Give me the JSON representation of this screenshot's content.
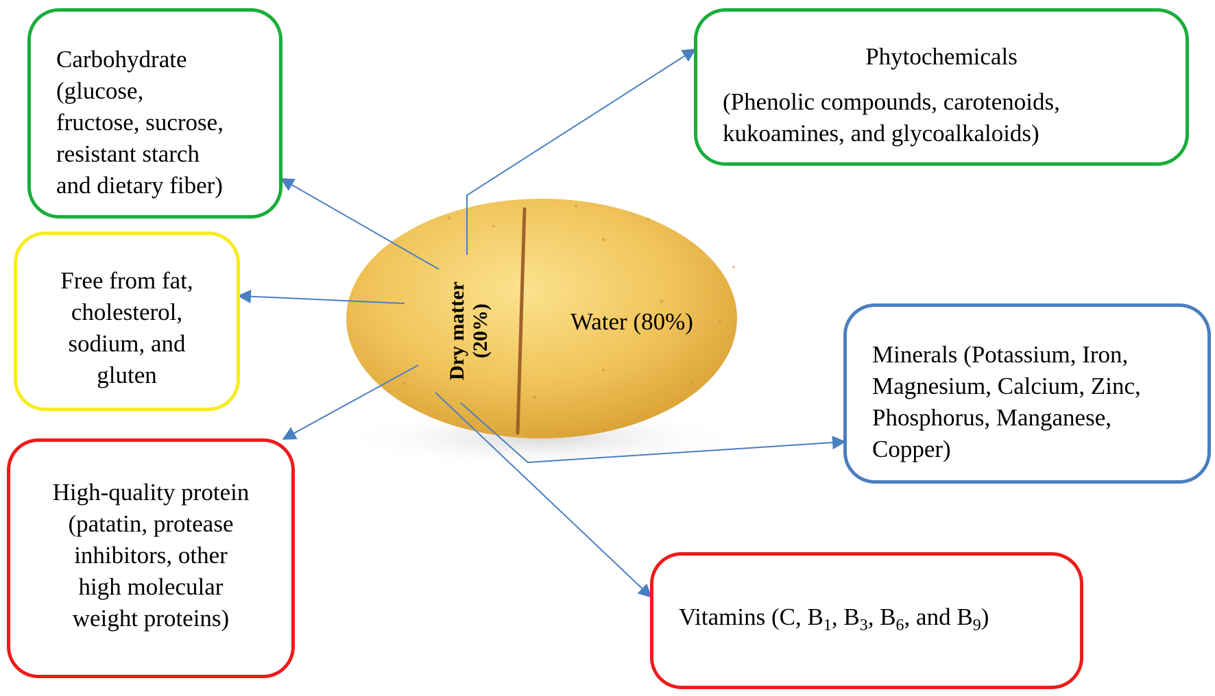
{
  "potato": {
    "water_label": "Water (80%)",
    "dry_matter_label": "Dry matter\n(20%)"
  },
  "boxes": {
    "carbohydrate": "Carbohydrate\n(glucose,\nfructose, sucrose,\nresistant starch\nand dietary fiber)",
    "phytochemicals_title": "Phytochemicals",
    "phytochemicals_body": "(Phenolic compounds, carotenoids,\nkukoamines, and glycoalkaloids)",
    "free_from": "Free from fat,\ncholesterol,\nsodium, and\ngluten",
    "minerals": "Minerals (Potassium, Iron,\nMagnesium, Calcium, Zinc,\nPhosphorus, Manganese,\nCopper)",
    "protein": "High-quality protein\n(patatin, protease\ninhibitors, other\nhigh molecular\nweight proteins)",
    "vitamins": {
      "prefix": "Vitamins (C, B",
      "s1": "1",
      "sep1": ", B",
      "s3": "3",
      "sep2": ", B",
      "s6": "6",
      "sep3": ", and B",
      "s9": "9",
      "suffix": ")"
    }
  },
  "colors": {
    "green": "#1aad3a",
    "yellow": "#f7ec1c",
    "red": "#ee1b1b",
    "blue": "#4a7fc0",
    "arrow": "#4a7fc0",
    "potato": "#e9b54a",
    "divider": "#a0632a"
  }
}
